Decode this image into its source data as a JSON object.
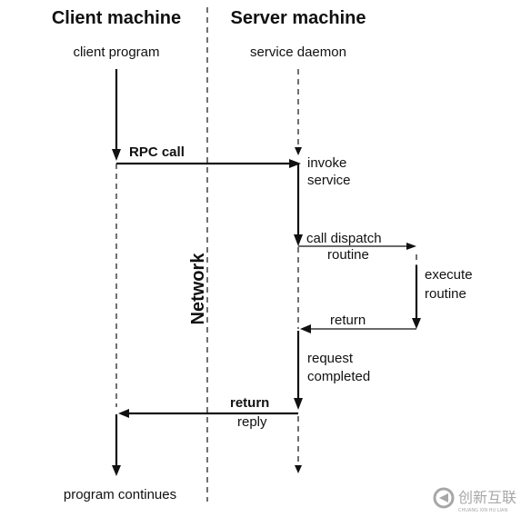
{
  "headers": {
    "client": "Client machine",
    "server": "Server machine"
  },
  "processes": {
    "client_program": "client program",
    "service_daemon": "service daemon",
    "program_continues": "program continues"
  },
  "network_label": "Network",
  "messages": {
    "rpc_call": "RPC call",
    "invoke_line1": "invoke",
    "invoke_line2": "service",
    "call_dispatch_line1": "call dispatch",
    "call_dispatch_line2": "routine",
    "execute_line1": "execute",
    "execute_line2": "routine",
    "return_inner": "return",
    "request_line1": "request",
    "request_line2": "completed",
    "return_reply_line1": "return",
    "return_reply_line2": "reply"
  },
  "watermark": {
    "text": "创新互联",
    "subtext": "CHUANG XIN HU LIAN"
  },
  "colors": {
    "ink": "#111111",
    "background": "#ffffff",
    "watermark": "#8a8a8a"
  }
}
